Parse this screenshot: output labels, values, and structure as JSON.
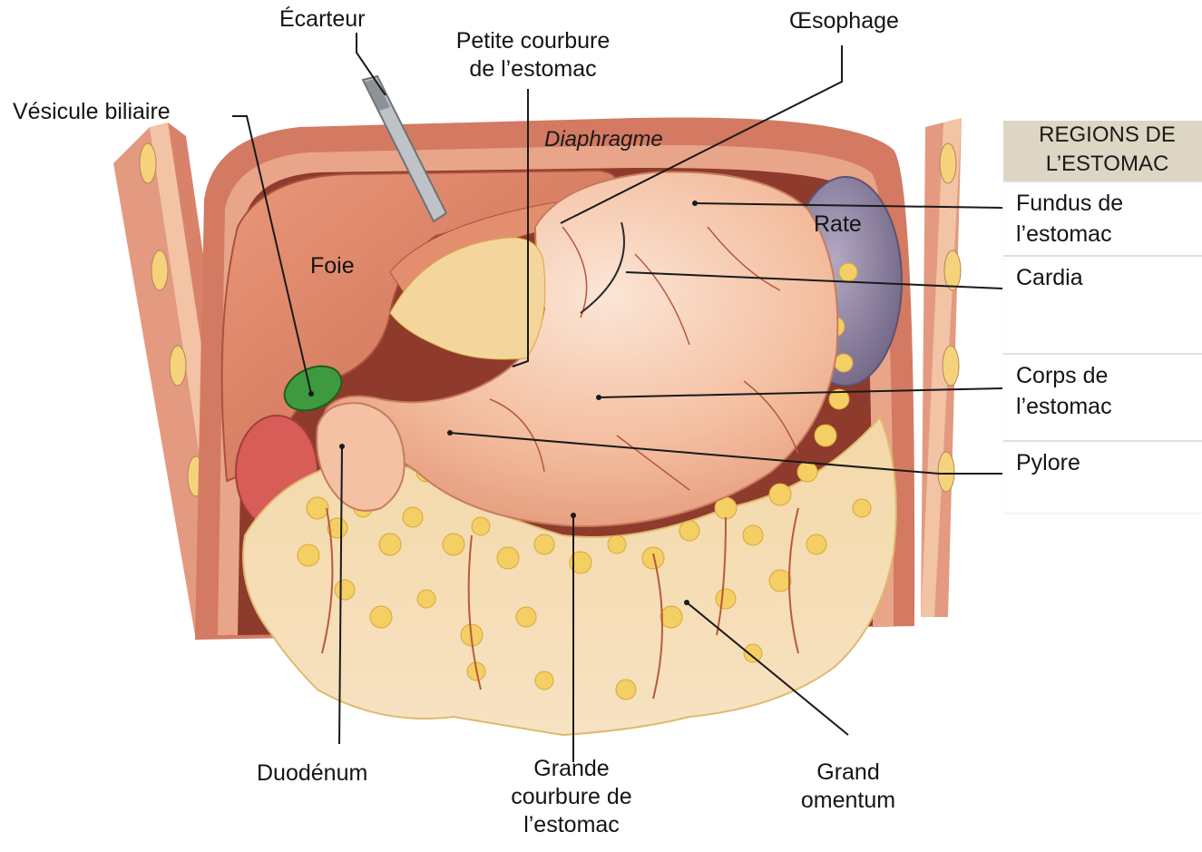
{
  "labels": {
    "ecarteur": "Écarteur",
    "petite_courbure": "Petite courbure\nde l’estomac",
    "oesophage": "Œsophage",
    "vesicule": "Vésicule biliaire",
    "diaphragme": "Diaphragme",
    "foie": "Foie",
    "rate": "Rate",
    "duodenum": "Duodénum",
    "grande_courbure": "Grande\ncourbure de\nl’estomac",
    "grand_omentum": "Grand\nomentum"
  },
  "regions_table": {
    "title": "REGIONS DE\nL’ESTOMAC",
    "rows": [
      "Fundus de\nl’estomac",
      "Cardia",
      "Corps de\nl’estomac",
      "Pylore"
    ]
  },
  "colors": {
    "background": "#ffffff",
    "table_header": "#ddd6c4",
    "muscle": "#d9826a",
    "liver": "#d9785a",
    "stomach": "#f6c3a6",
    "spleen": "#8a7e9c",
    "gallbladder": "#3e9a3e",
    "fat": "#f4cf63",
    "leader_line": "#1a1a1a"
  }
}
